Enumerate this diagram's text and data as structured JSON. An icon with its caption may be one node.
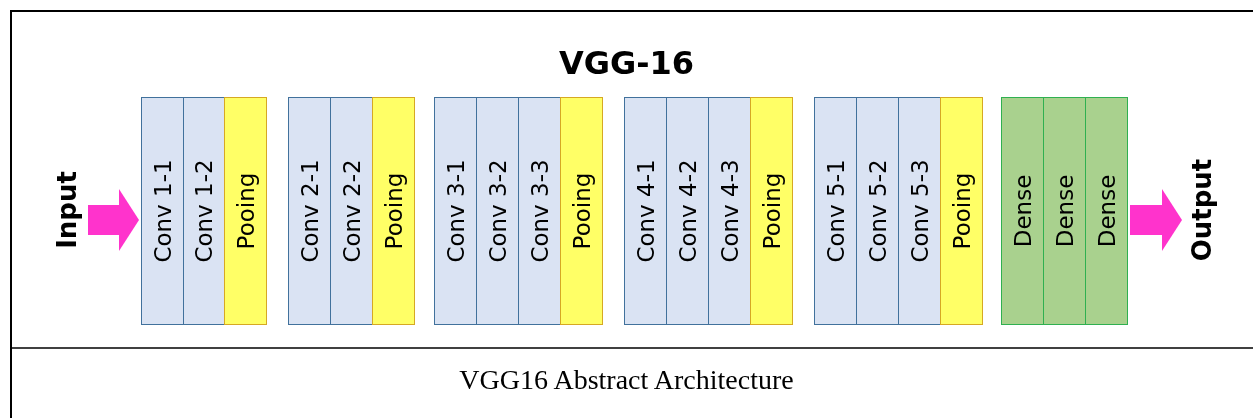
{
  "diagram": {
    "title": "VGG-16",
    "caption": "VGG16 Abstract Architecture",
    "nodes": [
      {
        "text": [
          "Input"
        ]
      },
      {
        "text": [
          "Conv 1-1"
        ]
      },
      {
        "text": [
          "Conv 1-2"
        ]
      },
      {
        "text": [
          "Pooing"
        ]
      },
      {
        "text": [
          "Conv 2-1"
        ]
      },
      {
        "text": [
          "Conv 2-2"
        ]
      },
      {
        "text": [
          "Pooing"
        ]
      },
      {
        "text": [
          "Conv 3-1"
        ]
      },
      {
        "text": [
          "Conv 3-2"
        ]
      },
      {
        "text": [
          "Conv 3-3"
        ]
      },
      {
        "text": [
          "Pooing"
        ]
      },
      {
        "text": [
          "Conv 4-1"
        ]
      },
      {
        "text": [
          "Conv 4-2"
        ]
      },
      {
        "text": [
          "Conv 4-3"
        ]
      },
      {
        "text": [
          "Pooing"
        ]
      },
      {
        "text": [
          "Conv 5-1"
        ]
      },
      {
        "text": [
          "Conv 5-2"
        ]
      },
      {
        "text": [
          "Conv 5-3"
        ]
      },
      {
        "text": [
          "Pooing"
        ]
      },
      {
        "text": [
          "Dense"
        ]
      },
      {
        "text": [
          "Dense"
        ]
      },
      {
        "text": [
          "Dense"
        ]
      },
      {
        "text": [
          "Output"
        ]
      }
    ],
    "edges": [
      {
        "from": 0,
        "to": 1,
        "arrow": "to",
        "color": "#ff33cc"
      },
      {
        "from": 21,
        "to": 22,
        "arrow": "to",
        "color": "#ff33cc"
      }
    ]
  }
}
